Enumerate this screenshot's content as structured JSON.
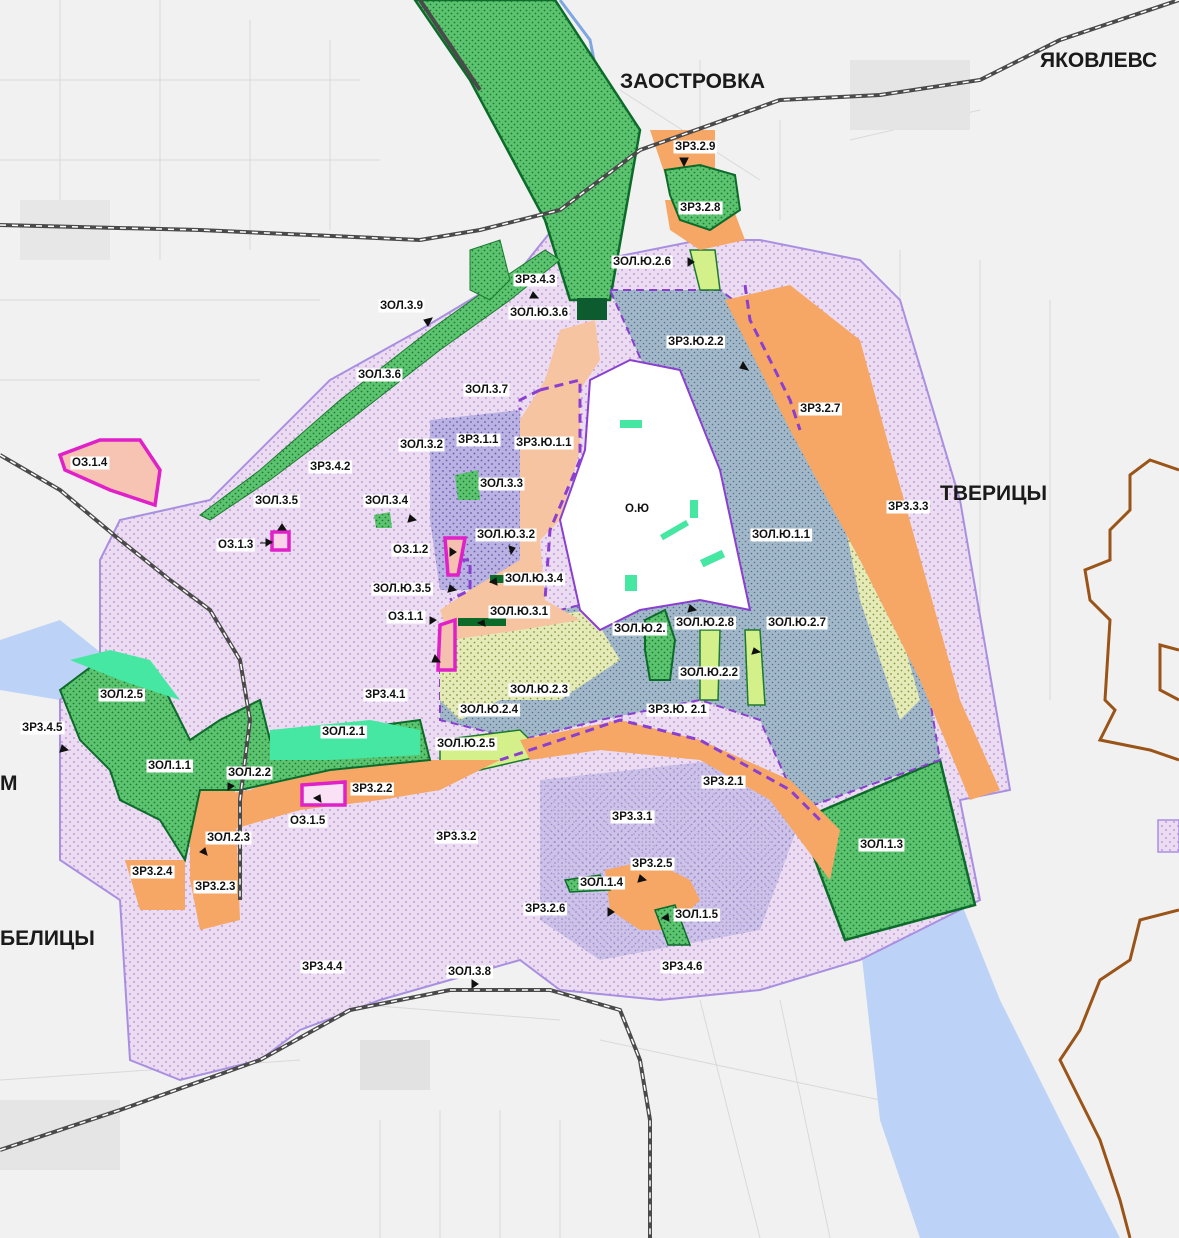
{
  "places": {
    "zaostrovka": "ЗАОСТРОВКА",
    "yakovlevskoe": "ЯКОВЛЕВС",
    "tveritsy": "ТВЕРИЦЫ",
    "belitsy": "БЕЛИЦЫ",
    "m": "М"
  },
  "zones": {
    "zol11": "ЗОЛ.1.1",
    "zol13": "ЗОЛ.1.3",
    "zol14": "ЗОЛ.1.4",
    "zol15": "ЗОЛ.1.5",
    "zol21": "ЗОЛ.2.1",
    "zol22": "ЗОЛ.2.2",
    "zol23": "ЗОЛ.2.3",
    "zol25": "ЗОЛ.2.5",
    "zol32": "ЗОЛ.3.2",
    "zol33": "ЗОЛ.3.3",
    "zol34": "ЗОЛ.3.4",
    "zol35": "ЗОЛ.3.5",
    "zol36": "ЗОЛ.3.6",
    "zol37": "ЗОЛ.3.7",
    "zol38": "ЗОЛ.3.8",
    "zol39": "ЗОЛ.3.9",
    "zolu11": "ЗОЛ.Ю.1.1",
    "zolu22": "ЗОЛ.Ю.2.2",
    "zolu2x": "ЗОЛ.Ю.2.",
    "zolu23": "ЗОЛ.Ю.2.3",
    "zolu24": "ЗОЛ.Ю.2.4",
    "zolu25": "ЗОЛ.Ю.2.5",
    "zolu26": "ЗОЛ.Ю.2.6",
    "zolu27": "ЗОЛ.Ю.2.7",
    "zolu28": "ЗОЛ.Ю.2.8",
    "zolu31": "ЗОЛ.Ю.3.1",
    "zolu32": "ЗОЛ.Ю.3.2",
    "zolu34": "ЗОЛ.Ю.3.4",
    "zolu35": "ЗОЛ.Ю.3.5",
    "zolu36": "ЗОЛ.Ю.3.6",
    "zr11": "ЗР3.1.1",
    "zr21": "ЗР3.2.1",
    "zr22": "ЗР3.2.2",
    "zr23": "ЗР3.2.3",
    "zr24": "ЗР3.2.4",
    "zr25": "ЗР3.2.5",
    "zr26": "ЗР3.2.6",
    "zr27": "ЗР3.2.7",
    "zr28": "ЗР3.2.8",
    "zr29": "ЗР3.2.9",
    "zr31": "ЗР3.3.1",
    "zr32": "ЗР3.3.2",
    "zr33": "ЗР3.3.3",
    "zr41": "ЗР3.4.1",
    "zr42": "ЗР3.4.2",
    "zr43": "ЗР3.4.3",
    "zr44": "ЗР3.4.4",
    "zr45": "ЗР3.4.5",
    "zr46": "ЗР3.4.6",
    "zru11": "ЗР3.Ю.1.1",
    "zru21": "ЗР3.Ю. 2.1",
    "zru22": "ЗР3.Ю.2.2",
    "oz11": "ОЗ.1.1",
    "oz12": "ОЗ.1.2",
    "oz13": "ОЗ.1.3",
    "oz14": "ОЗ.1.4",
    "oz15": "ОЗ.1.5",
    "ou": "О.Ю"
  },
  "colors": {
    "background": "#f1f1f1",
    "river": "#bcd3f7",
    "green_zone": "#5fc873",
    "green_border": "#0d6b2a",
    "orange_zone": "#f6a765",
    "lilac_zone": "#e3cbec",
    "lilac_border": "#a98fe0",
    "purple_dash": "#8a3fd0",
    "magenta": "#e020c8",
    "railway": "#4a4a4a",
    "brown_boundary": "#9a5418",
    "blue_grey": "#98aebf",
    "mint": "#46e6a3"
  }
}
